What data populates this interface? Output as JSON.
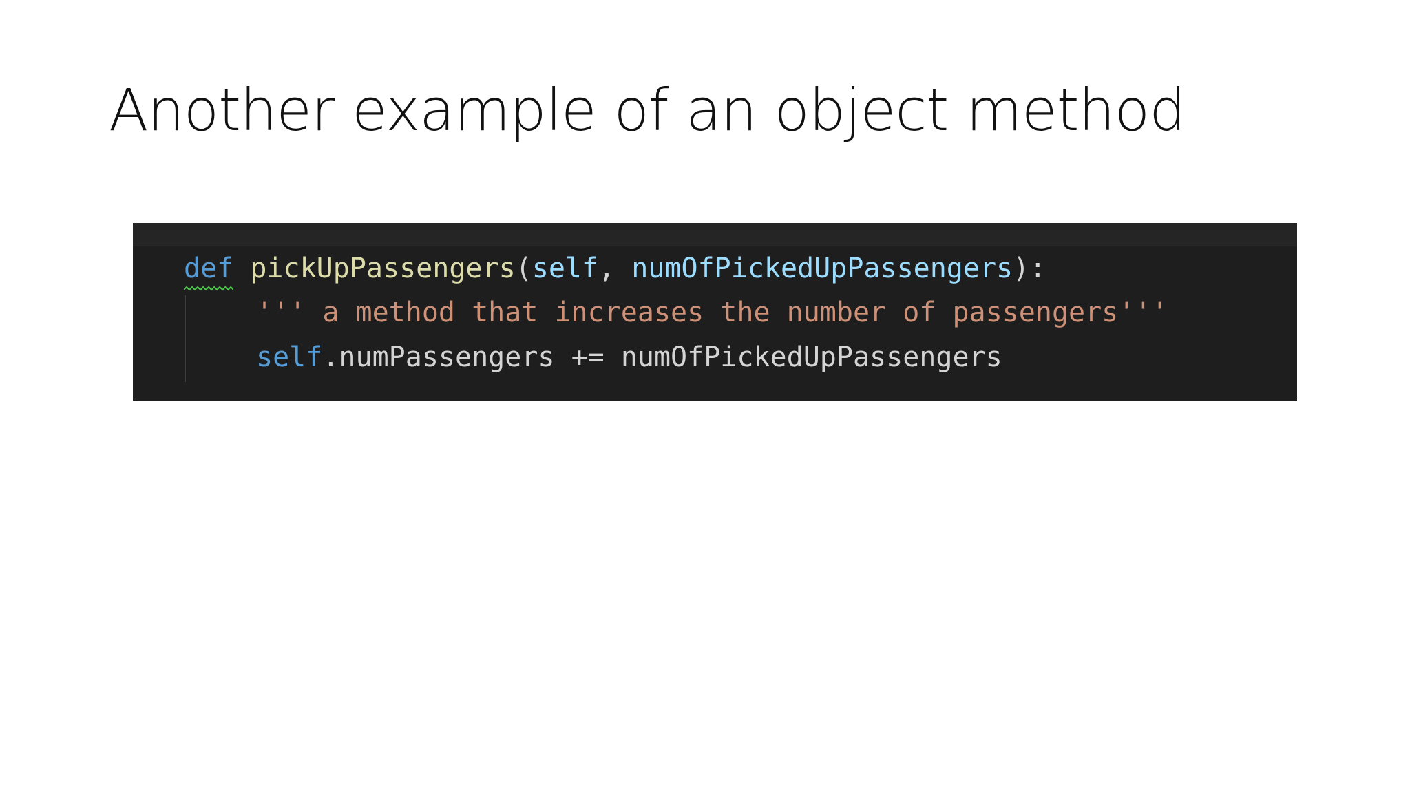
{
  "slide": {
    "title": "Another example of an object method"
  },
  "code": {
    "line1": {
      "keyword": "def",
      "function_name": "pickUpPassengers",
      "open_paren": "(",
      "self": "self",
      "comma": ", ",
      "param": "numOfPickedUpPassengers",
      "close": "):"
    },
    "line2": {
      "docstring": "''' a method that increases the number of passengers'''"
    },
    "line3": {
      "self": "self",
      "attribute": ".numPassengers",
      "operator": " += ",
      "value": "numOfPickedUpPassengers"
    }
  },
  "colors": {
    "background": "#ffffff",
    "code_background": "#1e1e1e",
    "keyword": "#569cd6",
    "function": "#dcdcaa",
    "parameter": "#9cdcfe",
    "string": "#ce9178",
    "default_text": "#d4d4d4",
    "squiggle": "#4ec94e"
  }
}
